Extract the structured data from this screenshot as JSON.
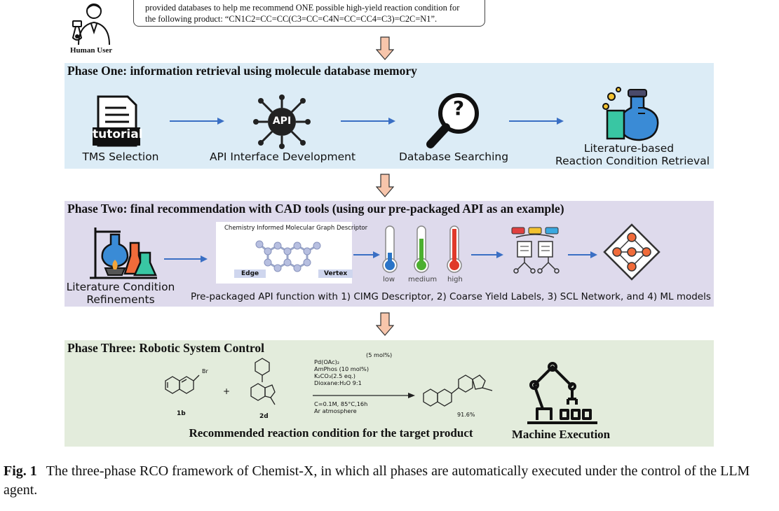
{
  "user": {
    "request_line1": "provided databases to help me recommend ONE possible high-yield reaction condition for",
    "request_line2": "the following product: “CN1C2=CC=CC(C3=CC=C4N=CC=CC4=C3)=C2C=N1”.",
    "label": "Human User"
  },
  "phase1": {
    "title": "Phase One: information retrieval using molecule database memory",
    "steps": [
      "TMS Selection",
      "API Interface Development",
      "Database Searching",
      "Literature-based",
      "Reaction Condition Retrieval"
    ],
    "icon_text_tutorial": "tutorial",
    "icon_text_api": "API",
    "icon_text_question": "?"
  },
  "phase2": {
    "title": "Phase Two: final recommendation with CAD tools (using our pre-packaged API as an example)",
    "left_label_1": "Literature Condition",
    "left_label_2": "Refinements",
    "cimg_title": "Chemistry Informed Molecular Graph Descriptor",
    "edge_label": "Edge",
    "vertex_label": "Vertex",
    "thermo_labels": [
      "low",
      "medium",
      "high"
    ],
    "description": "Pre-packaged API function with 1) CIMG Descriptor, 2) Coarse Yield Labels, 3) SCL Network, and 4) ML models"
  },
  "phase3": {
    "title": "Phase Three: Robotic System Control",
    "reactant1": "1b",
    "reactant2": "2d",
    "plus": "+",
    "br": "Br",
    "conditions": {
      "pd": "Pd(OAc)₂",
      "pd_loading": "(5 mol%)",
      "ligand": "AmPhos (10 mol%)",
      "base": "K₂CO₃(2.5 eq.)",
      "solvent": "Dioxane:H₂O 9:1",
      "params": "C=0.1M, 85°C,16h",
      "atmosphere": "Ar atmosphere"
    },
    "yield": "91.6%",
    "bottom_label": "Recommended reaction condition for the target product",
    "machine_label": "Machine Execution"
  },
  "caption": {
    "fig": "Fig. 1",
    "text": "The three-phase RCO framework of Chemist-X, in which all phases are automatically executed under the control of the LLM agent."
  },
  "colors": {
    "phase1_bg": "#dcecf6",
    "phase2_bg": "#dedaec",
    "phase3_bg": "#e3ecdc",
    "flow_arrow": "#3a6fc4",
    "down_arrow_fill": "#f7c5ab"
  }
}
